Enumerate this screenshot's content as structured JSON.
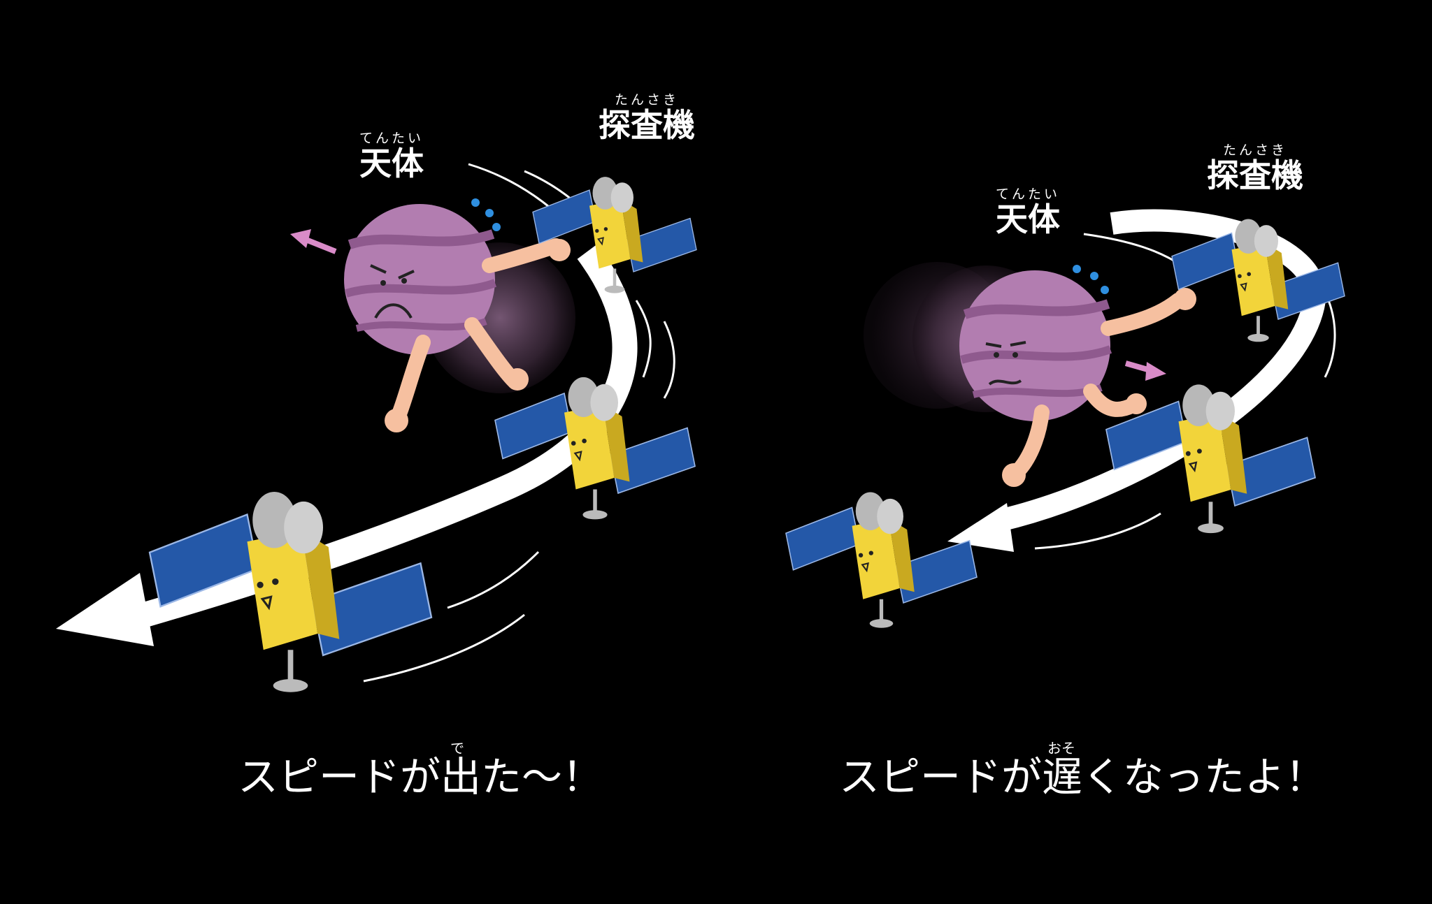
{
  "panels": [
    {
      "body_reading": "てんたい",
      "body_label": "天体",
      "probe_reading": "たんさき",
      "probe_label": "探査機",
      "caption_before": "スピードが",
      "caption_kanji": "出",
      "caption_kanji_reading": "で",
      "caption_after": "た〜！"
    },
    {
      "body_reading": "てんたい",
      "body_label": "天体",
      "probe_reading": "たんさき",
      "probe_label": "探査機",
      "caption_before": "スピードが",
      "caption_kanji": "遅",
      "caption_kanji_reading": "おそ",
      "caption_after": "くなったよ！"
    }
  ],
  "colors": {
    "background": "#000000",
    "planet": "#B27DB0",
    "planet_stripe": "#8F5A8E",
    "probe_body": "#F2D43A",
    "solar_panel": "#2458A8",
    "antenna": "#B8B8B8",
    "arm_skin": "#F6C0A0",
    "arrow": "#FFFFFF",
    "motion_arrow": "#D98BC8",
    "sweat": "#2F8FE0"
  }
}
